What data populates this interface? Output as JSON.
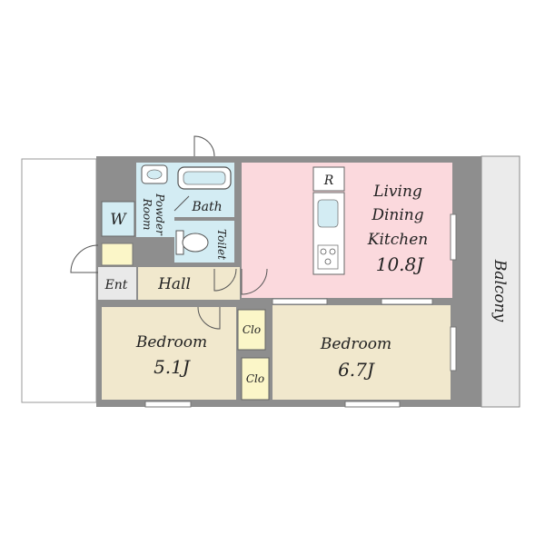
{
  "colors": {
    "wall": "#8e8e8e",
    "ldk": "#fbd9dd",
    "bedroom": "#f1e8cd",
    "hall": "#f1e8cd",
    "wet": "#d3ecf3",
    "closet": "#fbf6c8",
    "balcony": "#ebebeb",
    "porch": "#ffffff"
  },
  "rooms": {
    "ldk": {
      "line1": "Living",
      "line2": "Dining",
      "line3": "Kitchen",
      "size": "10.8J"
    },
    "bedroom_left": {
      "name": "Bedroom",
      "size": "5.1J"
    },
    "bedroom_right": {
      "name": "Bedroom",
      "size": "6.7J"
    },
    "bath": "Bath",
    "toilet": "Toilet",
    "powder": {
      "line1": "Powder",
      "line2": "Room"
    },
    "washer": "W",
    "refrigerator": "R",
    "hall": "Hall",
    "entrance": "Ent",
    "closet_top": "Clo",
    "closet_bottom": "Clo",
    "balcony": "Balcony"
  }
}
